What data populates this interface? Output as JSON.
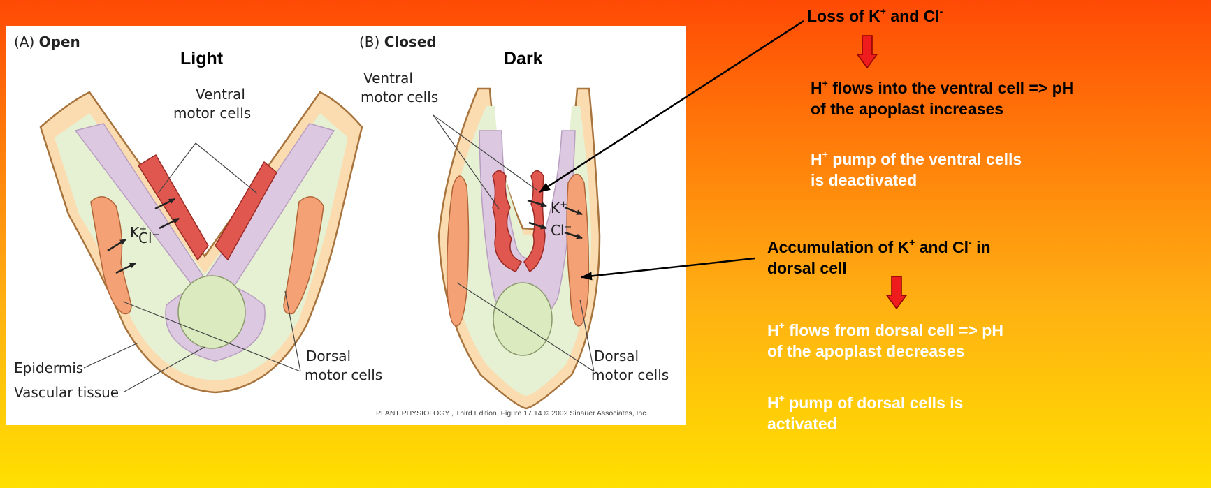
{
  "figure": {
    "panel_a_letter": "(A)",
    "panel_a_title": "Open",
    "panel_b_letter": "(B)",
    "panel_b_title": "Closed",
    "light_label": "Light",
    "dark_label": "Dark",
    "labels": {
      "ventral_a": [
        "Ventral",
        "motor cells"
      ],
      "ventral_b": [
        "Ventral",
        "motor cells"
      ],
      "dorsal_a": [
        "Dorsal",
        "motor cells"
      ],
      "dorsal_b": [
        "Dorsal",
        "motor cells"
      ],
      "epidermis": "Epidermis",
      "vascular": "Vascular tissue"
    },
    "ions": {
      "k": "K",
      "cl": "Cl",
      "k_sup": "+",
      "cl_sup": "−"
    },
    "credit": "PLANT PHYSIOLOGY , Third Edition, Figure 17.14  © 2002 Sinauer Associates, Inc.",
    "colors": {
      "epidermis": "#fbdcb0",
      "cortex": "#e6f0d2",
      "vascular": "#dcc8e0",
      "ventral_cells": "#e0574f",
      "dorsal_cells": "#f4a275",
      "vascular_core": "#dbebbf"
    }
  },
  "annotations": {
    "loss": {
      "prefix": "Loss of K",
      "sup1": "+",
      "mid": " and Cl",
      "sup2": "-"
    },
    "flow_in": {
      "prefix": "H",
      "sup": "+",
      "line1": " flows into the ventral cell => pH",
      "line2": "of the apoplast increases"
    },
    "pump_ventral": {
      "prefix": "H",
      "sup": "+",
      "line1": " pump of the ventral cells",
      "line2": "is deactivated"
    },
    "accum": {
      "prefix": "Accumulation of K",
      "sup1": "+",
      "mid": " and Cl",
      "sup2": "-",
      "suffix": " in",
      "line2": "dorsal cell"
    },
    "flow_out": {
      "prefix": "H",
      "sup": "+",
      "line1": " flows from dorsal cell => pH",
      "line2": "of the apoplast decreases"
    },
    "pump_dorsal": {
      "prefix": "H",
      "sup": "+",
      "line1": " pump of dorsal cells is",
      "line2": "activated"
    }
  },
  "colors": {
    "arrow_fill": "#ee1c1c",
    "arrow_stroke": "#8a0000",
    "background_top": "#ff4a05",
    "background_bottom": "#ffe000"
  }
}
